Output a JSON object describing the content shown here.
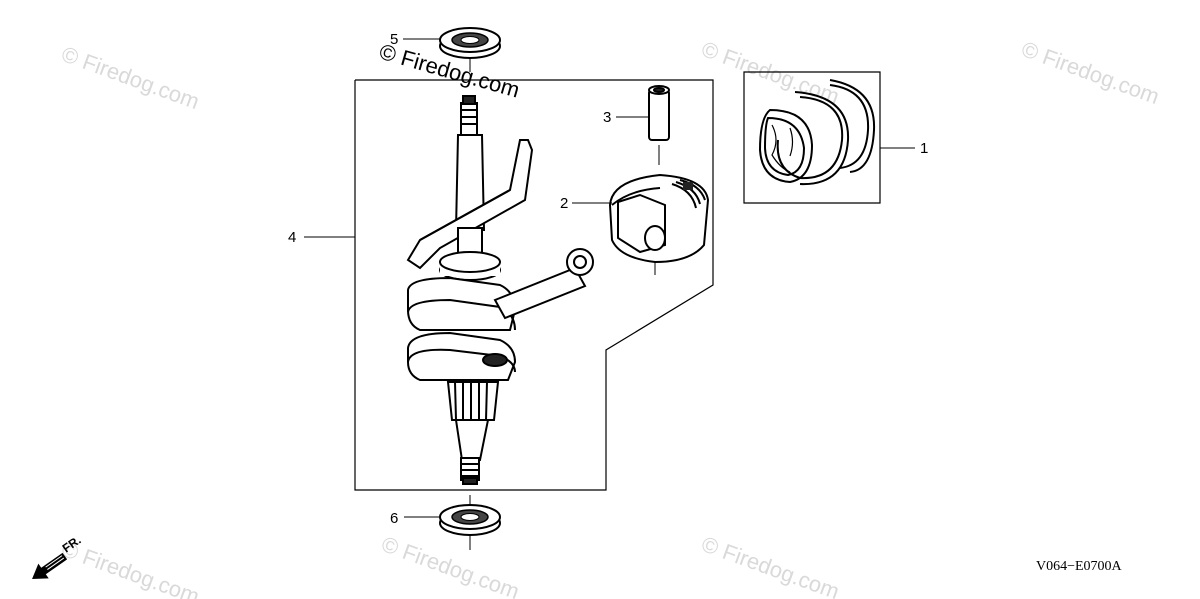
{
  "diagram": {
    "code": "V064−E0700A",
    "front_label": "FR.",
    "watermark_main": "© Firedog.com",
    "watermarks": [
      "© Firedog.com",
      "© Firedog.com",
      "© Firedog.com",
      "© Firedog.com",
      "© Firedog.com",
      "© Firedog.com"
    ],
    "callouts": [
      {
        "number": "1",
        "part": "piston-rings"
      },
      {
        "number": "2",
        "part": "piston"
      },
      {
        "number": "3",
        "part": "piston-pin"
      },
      {
        "number": "4",
        "part": "crankshaft-assembly"
      },
      {
        "number": "5",
        "part": "upper-oil-seal"
      },
      {
        "number": "6",
        "part": "lower-oil-seal"
      }
    ]
  }
}
